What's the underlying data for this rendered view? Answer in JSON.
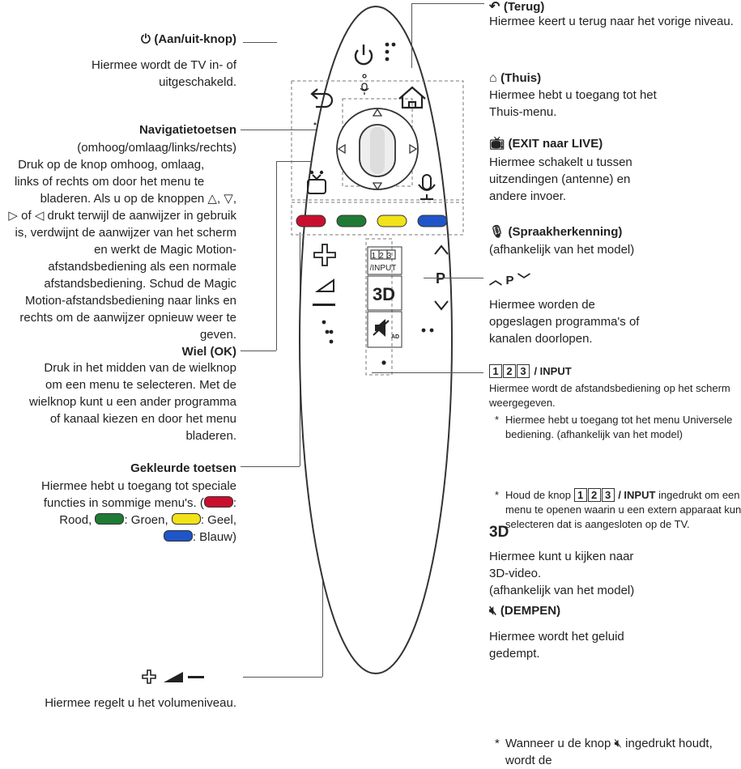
{
  "left": {
    "power": {
      "title": "(Aan/uit-knop)",
      "desc": "Hiermee wordt de TV in- of uitgeschakeld."
    },
    "nav": {
      "title": "Navigatietoetsen",
      "sub": "(omhoog/omlaag/links/rechts)",
      "desc_a": "Druk op de knop omhoog, omlaag, links of rechts om door het menu te bladeren. Als u op de knoppen",
      "desc_of": "of",
      "desc_b": "drukt",
      "desc_c": "terwijl de aanwijzer in gebruik is, verdwijnt de aanwijzer van het scherm en werkt de Magic Motion-afstandsbediening als een normale afstandsbediening. Schud de Magic Motion-afstandsbediening naar links en rechts om de aanwijzer opnieuw weer te geven."
    },
    "wheel": {
      "title": "Wiel (OK)",
      "desc": "Druk in het midden van de wielknop om een menu te selecteren. Met de wielknop kunt u een ander programma of kanaal kiezen en door het menu bladeren."
    },
    "colored": {
      "title": "Gekleurde toetsen",
      "desc": "Hiermee hebt u toegang tot speciale functies in sommige menu's.",
      "red": ": Rood,",
      "green": ":",
      "green2": "Groen,",
      "yellow": ": Geel,",
      "blue": ": Blauw)"
    },
    "volume": {
      "desc": "Hiermee regelt u het volumeniveau."
    }
  },
  "right": {
    "back": {
      "title": "(Terug)",
      "desc": "Hiermee keert u terug naar het vorige niveau."
    },
    "home": {
      "title": "(Thuis)",
      "desc": "Hiermee hebt u toegang tot het Thuis-menu."
    },
    "exit": {
      "title": "(EXIT naar LIVE)",
      "desc": "Hiermee schakelt u tussen uitzendingen (antenne) en andere invoer."
    },
    "voice": {
      "title": "(Spraakherkenning)",
      "sub": "(afhankelijk van het model)"
    },
    "prog": {
      "title": "P",
      "desc": "Hiermee worden de opgeslagen programma's of kanalen doorlopen."
    },
    "input": {
      "d1": "1",
      "d2": "2",
      "d3": "3",
      "title": "/ INPUT",
      "desc": "Hiermee wordt de afstandsbediening op het scherm weergegeven.",
      "b1": "Hiermee hebt u toegang tot het menu Universele bediening. (afhankelijk van het model)",
      "b2a": "Houd de knop",
      "b2b": "/ INPUT",
      "b2c": "ingedrukt om een menu te openen waarin u een extern apparaat kunt selecteren dat is aangesloten op de TV."
    },
    "threed": {
      "title": "3D",
      "desc": "Hiermee kunt u kijken naar 3D-video.",
      "sub": "(afhankelijk van het model)"
    },
    "mute": {
      "title": "(DEMPEN)",
      "desc": "Hiermee wordt het geluid gedempt.",
      "note_a": "Wanneer u de knop",
      "note_b": "ingedrukt houdt, wordt de"
    }
  },
  "remote": {
    "input_digits": "123",
    "input_label": "/INPUT",
    "threed": "3D",
    "p_label": "P",
    "mute_sub": "AD"
  },
  "colors": {
    "red": "#c8102e",
    "green": "#1f7a35",
    "yellow": "#f2e21a",
    "blue": "#1f55c8"
  }
}
